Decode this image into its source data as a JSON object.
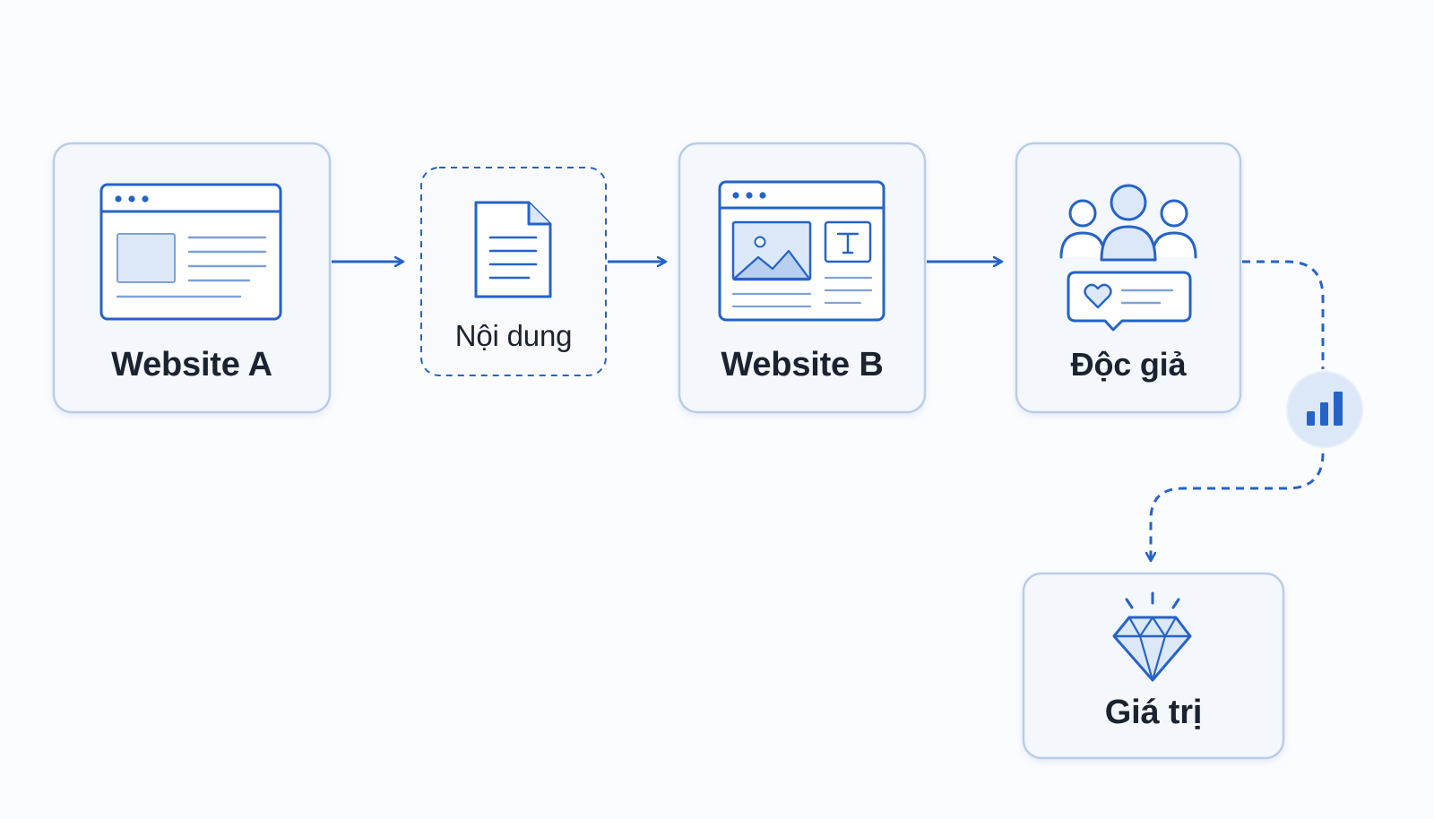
{
  "diagram": {
    "nodes": [
      {
        "id": "website-a",
        "label": "Website A",
        "icon": "browser-window-icon"
      },
      {
        "id": "content",
        "label": "Nội dung",
        "icon": "document-icon"
      },
      {
        "id": "website-b",
        "label": "Website B",
        "icon": "webpage-editor-icon"
      },
      {
        "id": "readers",
        "label": "Độc giả",
        "icon": "audience-icon"
      },
      {
        "id": "value",
        "label": "Giá trị",
        "icon": "diamond-icon"
      }
    ],
    "analytics_icon": "bar-chart-icon",
    "colors": {
      "accent": "#2563c9",
      "card_border": "#b9cde9",
      "card_fill": "#f4f7fc",
      "icon_fill": "#dce8f8",
      "text": "#1b2230"
    }
  }
}
